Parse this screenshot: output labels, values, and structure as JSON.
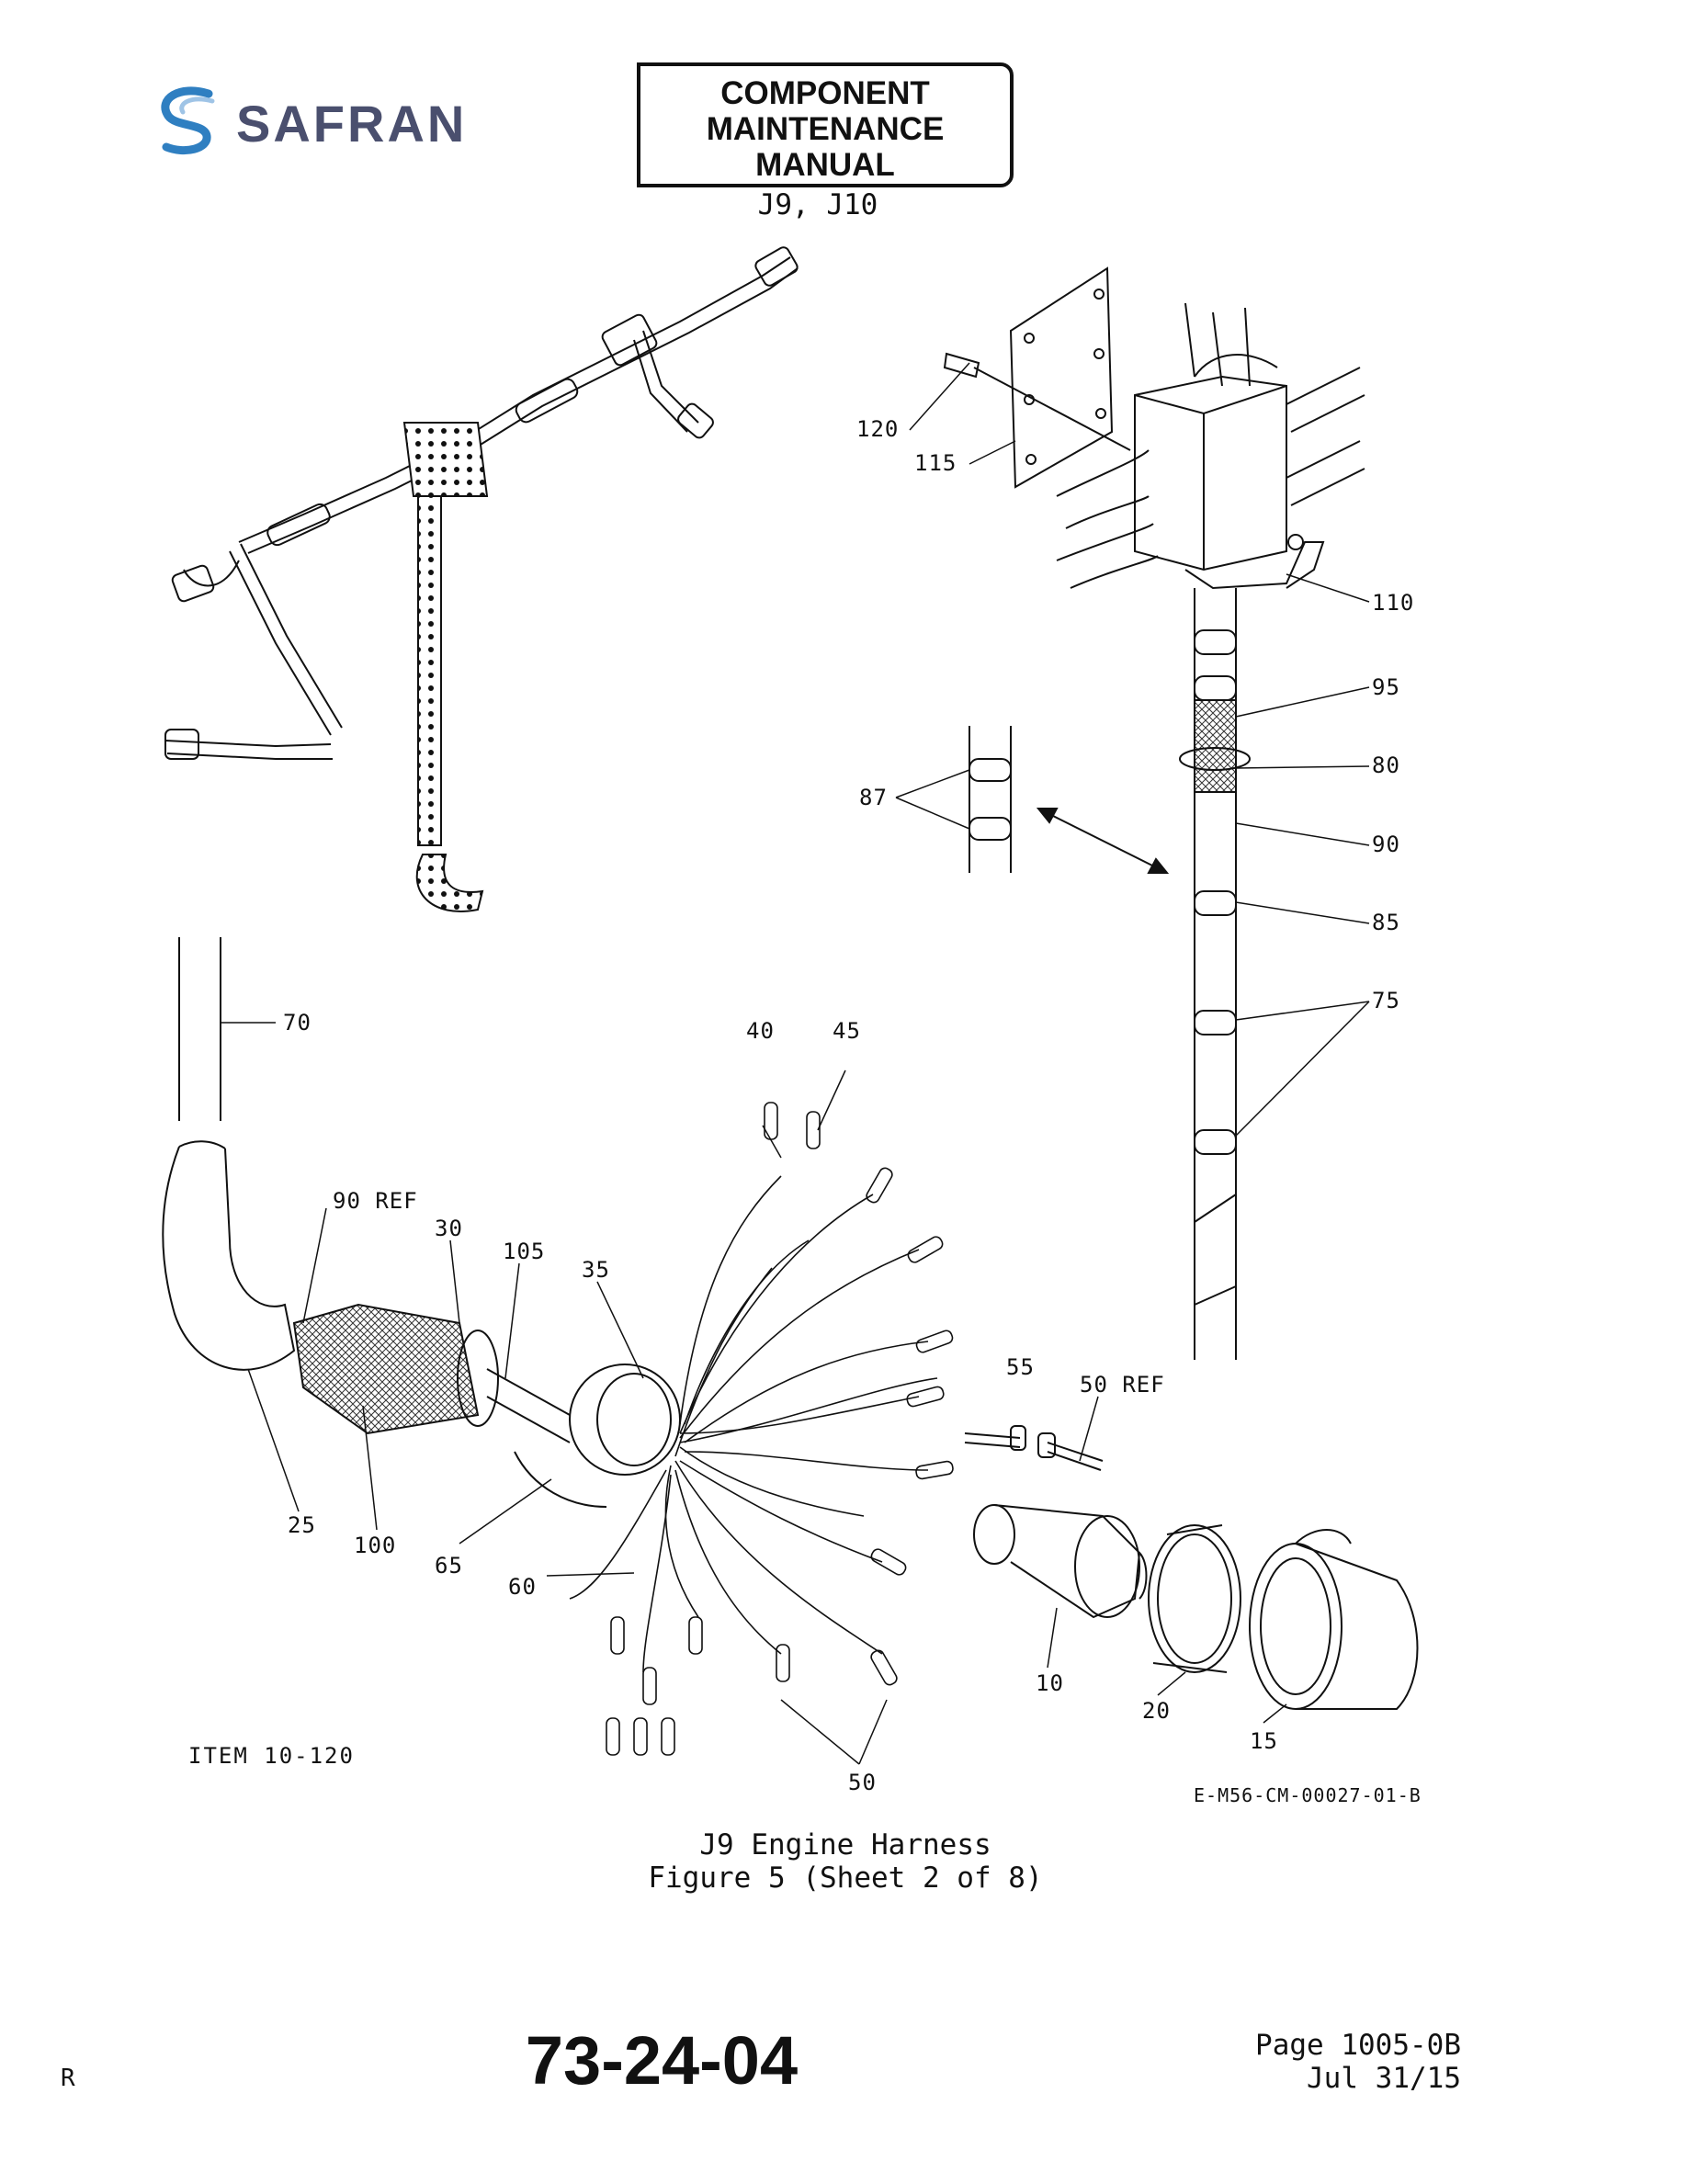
{
  "header": {
    "logo_text": "SAFRAN",
    "manual_title_lines": [
      "COMPONENT",
      "MAINTENANCE",
      "MANUAL"
    ],
    "subtitle": "J9, J10"
  },
  "figure": {
    "callouts": [
      "120",
      "115",
      "110",
      "95",
      "80",
      "87",
      "90",
      "85",
      "75",
      "70",
      "40",
      "45",
      "90 REF",
      "30",
      "105",
      "35",
      "55",
      "50 REF",
      "25",
      "100",
      "65",
      "60",
      "10",
      "20",
      "15",
      "50"
    ],
    "item_note": "ITEM 10-120",
    "figure_code": "E-M56-CM-00027-01-B",
    "caption_title": "J9 Engine Harness",
    "caption_figure": "Figure 5 (Sheet 2 of 8)"
  },
  "footer": {
    "revision_mark": "R",
    "chapter_number": "73-24-04",
    "page": "Page 1005-0B",
    "date": "Jul 31/15"
  }
}
